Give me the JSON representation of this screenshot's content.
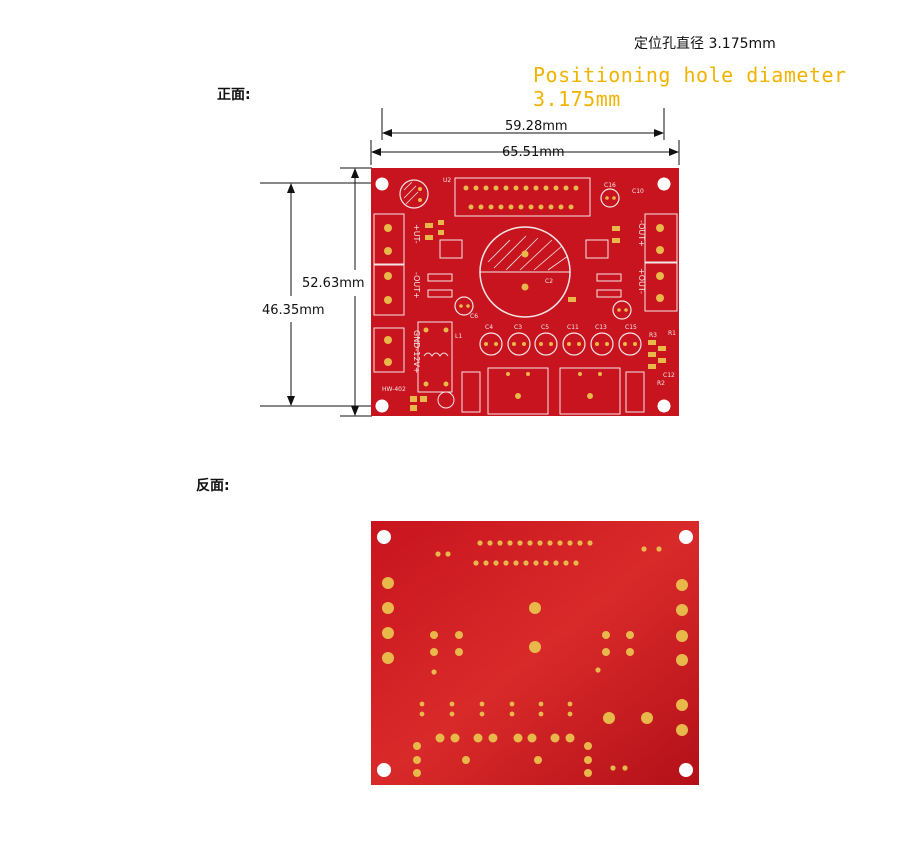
{
  "header": {
    "chinese_note": "定位孔直径 3.175mm",
    "english_note": "Positioning hole diameter 3.175mm"
  },
  "front": {
    "label": "正面:",
    "dims": {
      "inner_width": "59.28mm",
      "outer_width": "65.51mm",
      "outer_height": "52.63mm",
      "inner_height": "46.35mm"
    },
    "silkscreen": {
      "u2": "U2",
      "c10": "C10",
      "c16": "C16",
      "c2": "C2",
      "c6": "C6",
      "c4": "C4",
      "c3": "C3",
      "c5": "C5",
      "c11": "C11",
      "c13": "C13",
      "c15": "C15",
      "c12": "C12",
      "r1": "R1",
      "r2": "R2",
      "r3": "R3",
      "l1": "L1",
      "model": "HW-402",
      "in_plus": "+UT-",
      "out_left": "-OUT+",
      "gnd": "GND-12V+",
      "out_right_top": "-OUT+",
      "out_right_bottom": "+OUT-"
    }
  },
  "back": {
    "label": "反面:"
  },
  "colors": {
    "board": "#c8141e",
    "board_light": "#d92a2a",
    "pad": "#e8b84a",
    "silk": "#f3e6e6",
    "accent_text": "#f0b400"
  }
}
